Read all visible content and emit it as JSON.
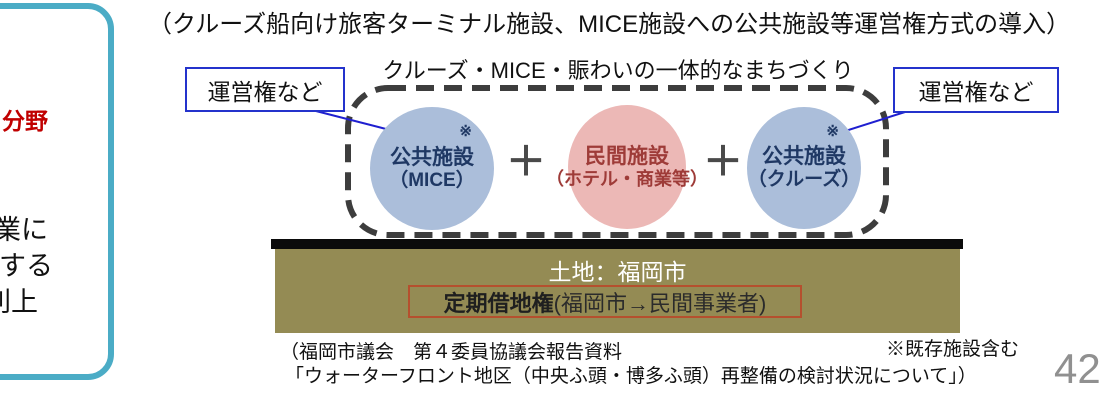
{
  "page": {
    "title": "（クルーズ船向け旅客ターミナル施設、MICE施設への公共施設等運営権方式の導入）",
    "page_number": "42"
  },
  "sidebar": {
    "fragments": [
      "分野",
      "業に",
      "する",
      "則上"
    ]
  },
  "diagram": {
    "heading": "クルーズ・MICE・賑わいの一体的なまちづくり",
    "left_callout": "運営権など",
    "right_callout": "運営権など",
    "plus": "＋",
    "circles": [
      {
        "line1": "公共施設",
        "line2": "（MICE）",
        "note": "※",
        "type": "public"
      },
      {
        "line1": "民間施設",
        "line2": "（ホテル・商業等）",
        "type": "private"
      },
      {
        "line1": "公共施設",
        "line2": "（クルーズ）",
        "note": "※",
        "type": "public"
      }
    ],
    "land": {
      "label": "土地：福岡市",
      "lease_bold": "定期借地権",
      "lease_rest": "(福岡市→民間事業者)"
    },
    "footnote": "※既存施設含む"
  },
  "caption": {
    "line1": "（福岡市議会　第４委員協議会報告資料",
    "line2": "「ウォーターフロント地区（中央ふ頭・博多ふ頭）再整備の検討状況について」）"
  },
  "colors": {
    "public_circle_fill": "#ABBEDA",
    "public_circle_text": "#1F3864",
    "private_circle_fill": "#ECB8B6",
    "private_circle_text": "#9E3B38",
    "land_strip_fill": "#948B54",
    "lease_box_border": "#B5502E",
    "callout_border": "#2433CC",
    "dashed_frame": "#3D3D3D",
    "panel_border": "#4BACC6",
    "fragment_accent": "#C00000",
    "page_number_gray": "#909090"
  }
}
